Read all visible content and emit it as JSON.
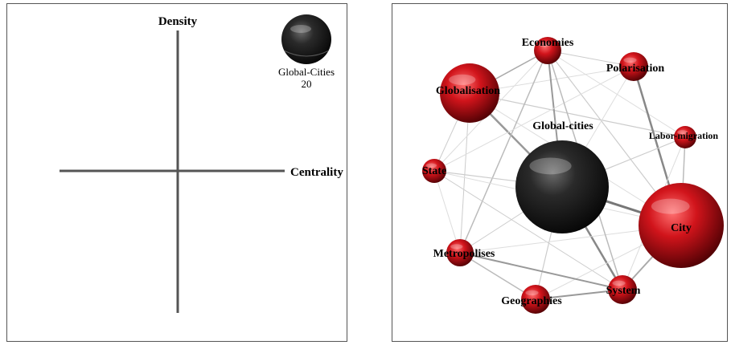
{
  "strategic_diagram": {
    "y_axis_label": "Density",
    "x_axis_label": "Centrality",
    "cluster": {
      "name": "Global-Cities",
      "value": "20"
    }
  },
  "network": {
    "center_node": "Global-cities",
    "nodes": [
      {
        "id": "economies",
        "label": "Economies",
        "color": "red"
      },
      {
        "id": "polarisation",
        "label": "Polarisation",
        "color": "red"
      },
      {
        "id": "globalisation",
        "label": "Globalisation",
        "color": "red"
      },
      {
        "id": "labor-migration",
        "label": "Labor-migration",
        "color": "red"
      },
      {
        "id": "state",
        "label": "State",
        "color": "red"
      },
      {
        "id": "global-cities",
        "label": "Global-cities",
        "color": "black"
      },
      {
        "id": "city",
        "label": "City",
        "color": "red"
      },
      {
        "id": "metropolises",
        "label": "Metropolises",
        "color": "red"
      },
      {
        "id": "system",
        "label": "System",
        "color": "red"
      },
      {
        "id": "geographies",
        "label": "Geographies",
        "color": "red"
      }
    ]
  },
  "colors": {
    "red": "#d1141b",
    "black": "#1a1a1a",
    "axis": "#555555"
  }
}
